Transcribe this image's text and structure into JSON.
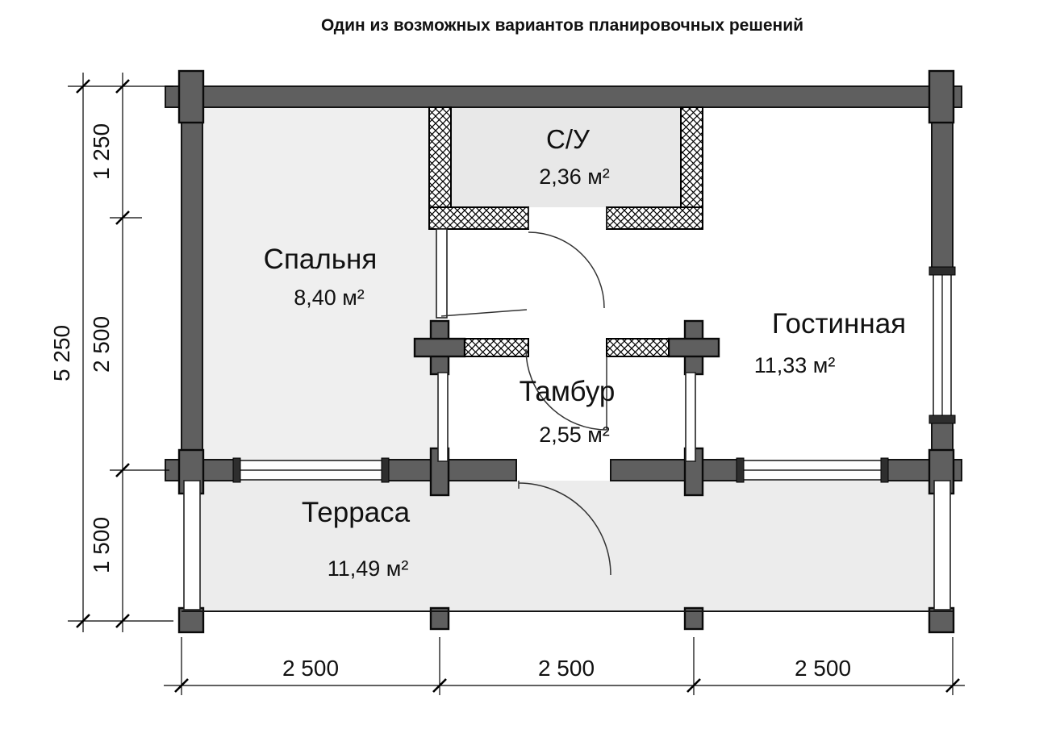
{
  "title": "Один из возможных вариантов планировочных решений",
  "rooms": {
    "bathroom": {
      "name": "С/У",
      "area": "2,36 м²"
    },
    "bedroom": {
      "name": "Спальня",
      "area": "8,40 м²"
    },
    "living_room": {
      "name": "Гостинная",
      "area": "11,33 м²"
    },
    "vestibule": {
      "name": "Тамбур",
      "area": "2,55 м²"
    },
    "terrace": {
      "name": "Терраса",
      "area": "11,49 м²"
    }
  },
  "dimensions": {
    "vertical_total": "5 250",
    "vertical_segments": [
      "1 250",
      "2 500",
      "1 500"
    ],
    "horizontal_segments": [
      "2 500",
      "2 500",
      "2 500"
    ]
  },
  "colors": {
    "wall_fill": "#5f5f5f",
    "wall_stroke": "#141414",
    "bedroom_fill": "#efefef",
    "bathroom_fill": "#e8e8e8",
    "terrace_fill": "#ececec",
    "line": "#000000"
  }
}
